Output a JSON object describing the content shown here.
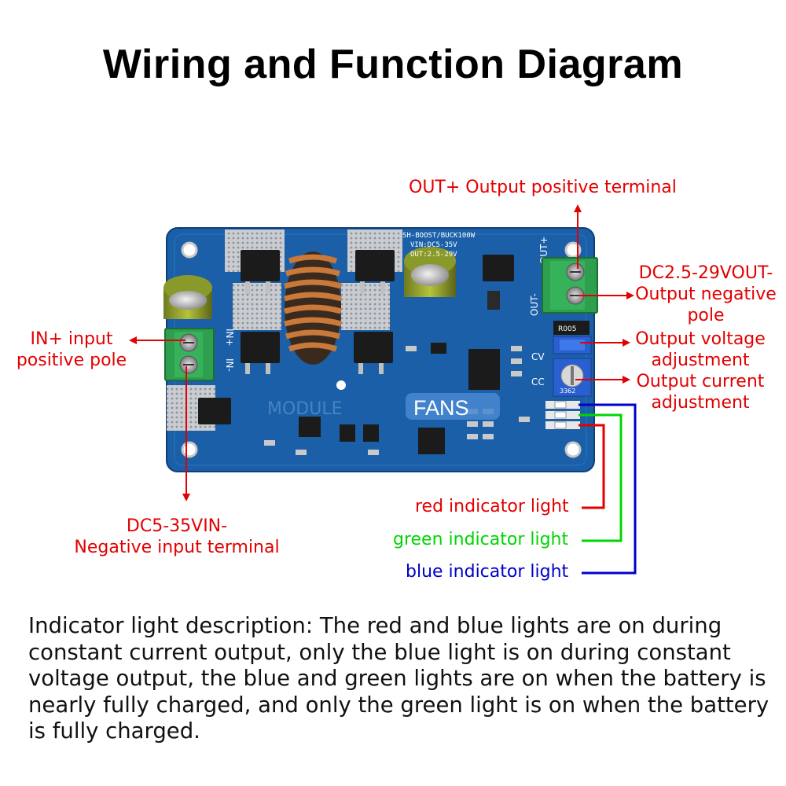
{
  "title": "Wiring and Function Diagram",
  "labels": {
    "out_plus": "OUT+ Output positive terminal",
    "out_minus": [
      "DC2.5-29VOUT-",
      "Output negative",
      "pole"
    ],
    "in_plus": [
      "IN+ input",
      "positive pole"
    ],
    "voltage_adj": [
      "Output voltage",
      "adjustment"
    ],
    "current_adj": [
      "Output current",
      "adjustment"
    ],
    "in_minus": [
      "DC5-35VIN-",
      "Negative input terminal"
    ],
    "red_light": "red indicator light",
    "green_light": "green indicator light",
    "blue_light": "blue indicator light"
  },
  "board": {
    "silkscreen_model": "SH-BOOST/BUCK100W",
    "silkscreen_vin": "VIN:DC5-35V",
    "silkscreen_out": "OUT:2.5-29V",
    "in_plus_mark": "IN+",
    "in_minus_mark": "IN-",
    "out_plus_mark": "OUT+",
    "out_minus_mark": "OUT-",
    "cv_mark": "CV",
    "cc_mark": "CC",
    "resistor_mark": "R005",
    "pot_mark": "3362",
    "watermark": "FANS",
    "watermark_faded": "MODULE"
  },
  "description": "Indicator light description: The red and blue lights are on during constant current output, only the blue light is on during constant voltage output, the blue and green lights are on when the battery is nearly fully charged, and only the green light is on when the battery is fully charged.",
  "colors": {
    "pcb": "#1a5fa8",
    "terminal": "#2e9e4f",
    "annotation_red": "#e30000",
    "indicator_green": "#00d600",
    "indicator_blue": "#0000cc"
  }
}
